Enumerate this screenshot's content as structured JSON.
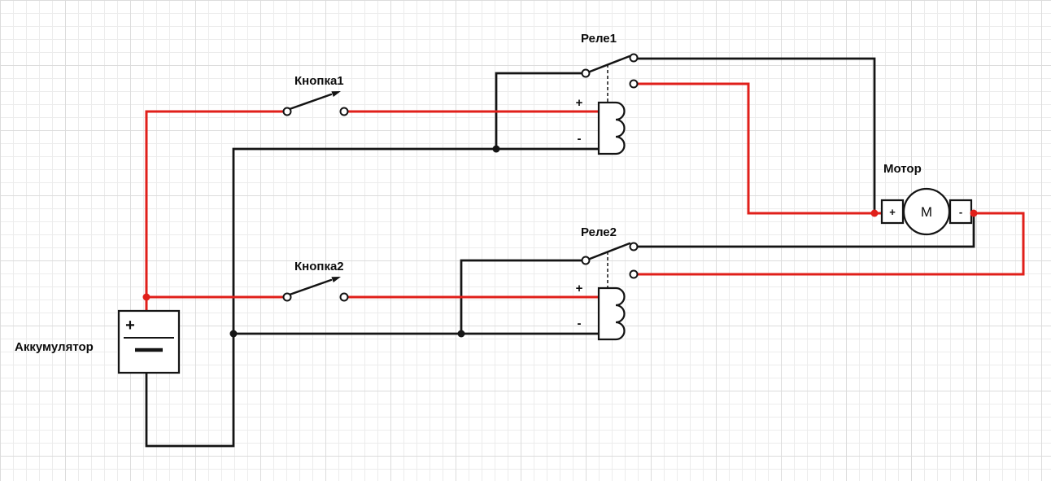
{
  "diagram": {
    "labels": {
      "battery": "Аккумулятор",
      "button1": "Кнопка1",
      "button2": "Кнопка2",
      "relay1": "Реле1",
      "relay2": "Реле2",
      "motor": "Мотор"
    },
    "symbols": {
      "battery_plus": "+",
      "relay1_plus": "+",
      "relay1_minus": "-",
      "relay2_plus": "+",
      "relay2_minus": "-",
      "motor_plus": "+",
      "motor_minus": "-",
      "motor_letter": "M"
    },
    "colors": {
      "wire_red": "#e01f1a",
      "wire_black": "#141414",
      "grid_minor": "#ececec",
      "grid_major": "#dcdcdc",
      "background": "#ffffff"
    }
  }
}
